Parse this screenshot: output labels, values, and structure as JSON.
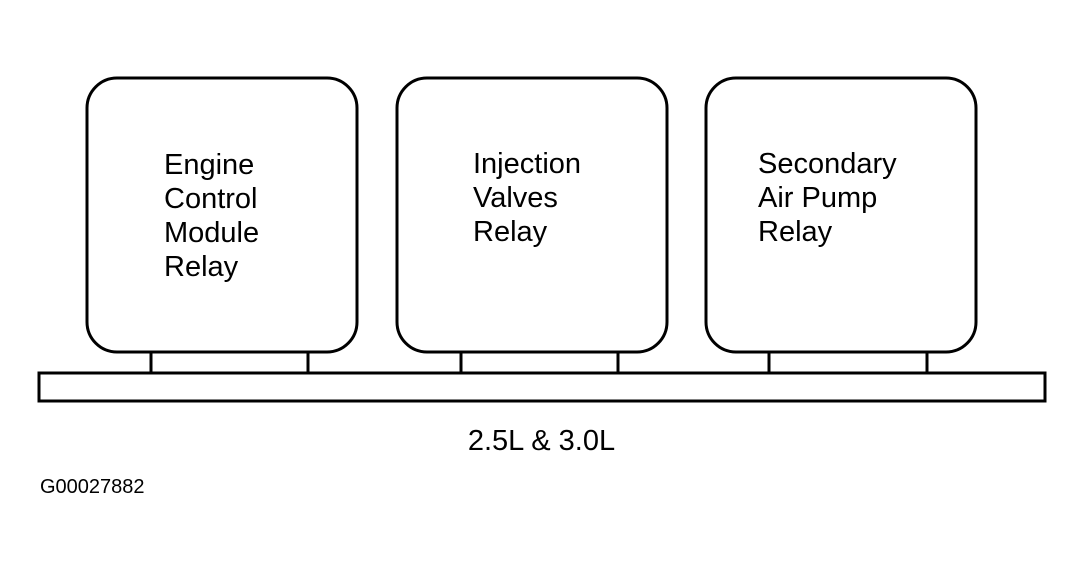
{
  "relays": [
    {
      "label": "Engine\nControl\nModule\nRelay"
    },
    {
      "label": "Injection\nValves\nRelay"
    },
    {
      "label": "Secondary\nAir Pump\nRelay"
    }
  ],
  "caption": "2.5L & 3.0L",
  "figure_id": "G00027882",
  "colors": {
    "stroke": "#000000",
    "background": "#ffffff"
  }
}
